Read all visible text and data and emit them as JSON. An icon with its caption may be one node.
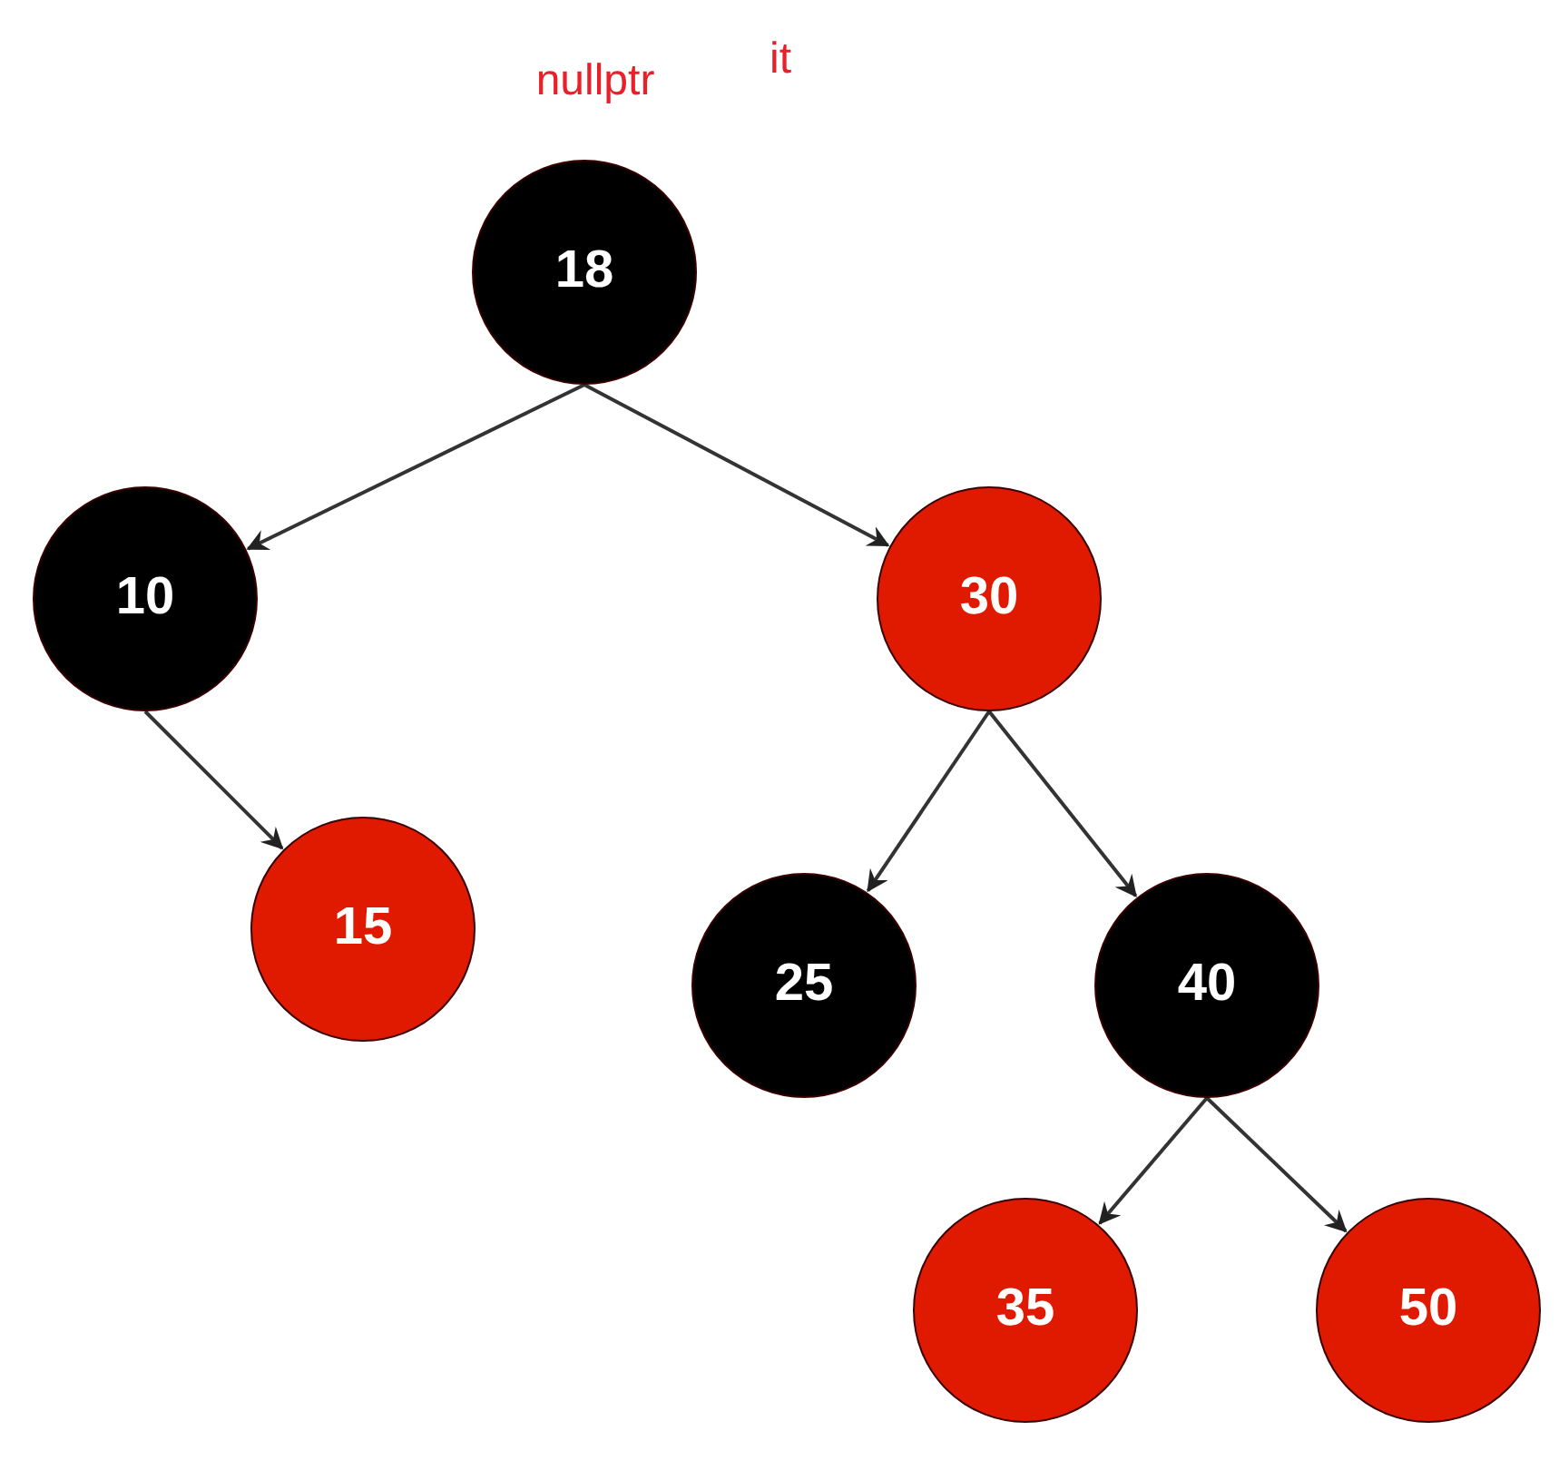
{
  "diagram": {
    "nodes": [
      {
        "text": [
          "18"
        ]
      },
      {
        "text": [
          "10"
        ]
      },
      {
        "text": [
          "30"
        ]
      },
      {
        "text": [
          "15"
        ]
      },
      {
        "text": [
          "25"
        ]
      },
      {
        "text": [
          "40"
        ]
      },
      {
        "text": [
          "35"
        ]
      },
      {
        "text": [
          "50"
        ]
      }
    ],
    "edges": [
      {
        "from": 0,
        "to": 1,
        "arrow": "to"
      },
      {
        "from": 0,
        "to": 2,
        "arrow": "to"
      },
      {
        "from": 1,
        "to": 3,
        "arrow": "to"
      },
      {
        "from": 2,
        "to": 4,
        "arrow": "to"
      },
      {
        "from": 2,
        "to": 5,
        "arrow": "to"
      },
      {
        "from": 5,
        "to": 6,
        "arrow": "to"
      },
      {
        "from": 5,
        "to": 7,
        "arrow": "to"
      }
    ],
    "labels": [
      "nullptr",
      "it"
    ]
  }
}
